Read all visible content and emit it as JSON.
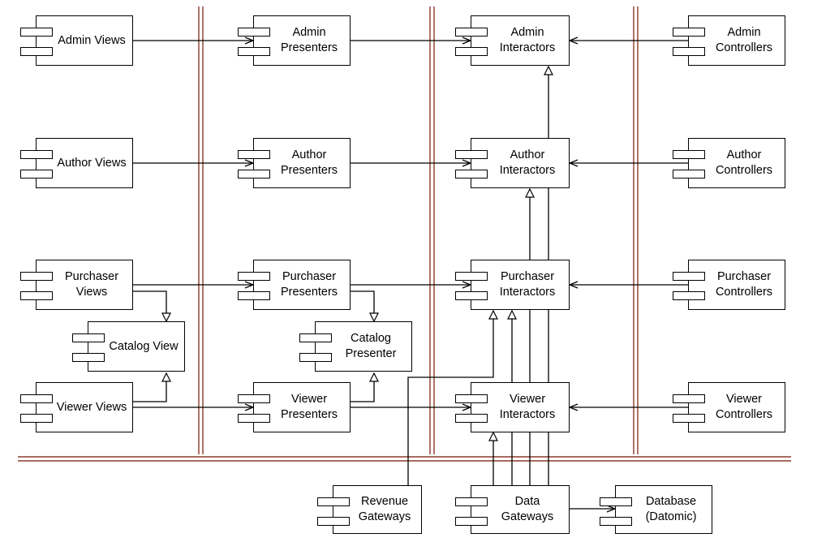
{
  "components": [
    {
      "id": "admin-views",
      "label": "Admin Views"
    },
    {
      "id": "admin-presenters",
      "label": "Admin\nPresenters"
    },
    {
      "id": "admin-interactors",
      "label": "Admin\nInteractors"
    },
    {
      "id": "admin-controllers",
      "label": "Admin\nControllers"
    },
    {
      "id": "author-views",
      "label": "Author Views"
    },
    {
      "id": "author-presenters",
      "label": "Author\nPresenters"
    },
    {
      "id": "author-interactors",
      "label": "Author\nInteractors"
    },
    {
      "id": "author-controllers",
      "label": "Author\nControllers"
    },
    {
      "id": "purchaser-views",
      "label": "Purchaser\nViews"
    },
    {
      "id": "purchaser-presenters",
      "label": "Purchaser\nPresenters"
    },
    {
      "id": "purchaser-interactors",
      "label": "Purchaser\nInteractors"
    },
    {
      "id": "purchaser-controllers",
      "label": "Purchaser\nControllers"
    },
    {
      "id": "catalog-view",
      "label": "Catalog View"
    },
    {
      "id": "catalog-presenter",
      "label": "Catalog\nPresenter"
    },
    {
      "id": "viewer-views",
      "label": "Viewer Views"
    },
    {
      "id": "viewer-presenters",
      "label": "Viewer\nPresenters"
    },
    {
      "id": "viewer-interactors",
      "label": "Viewer\nInteractors"
    },
    {
      "id": "viewer-controllers",
      "label": "Viewer\nControllers"
    },
    {
      "id": "revenue-gateways",
      "label": "Revenue\nGateways"
    },
    {
      "id": "data-gateways",
      "label": "Data\nGateways"
    },
    {
      "id": "database",
      "label": "Database\n(Datomic)"
    }
  ],
  "colors": {
    "boundary": "#8b3a2a",
    "line": "#000000",
    "box_border": "#000000",
    "background": "#ffffff"
  }
}
